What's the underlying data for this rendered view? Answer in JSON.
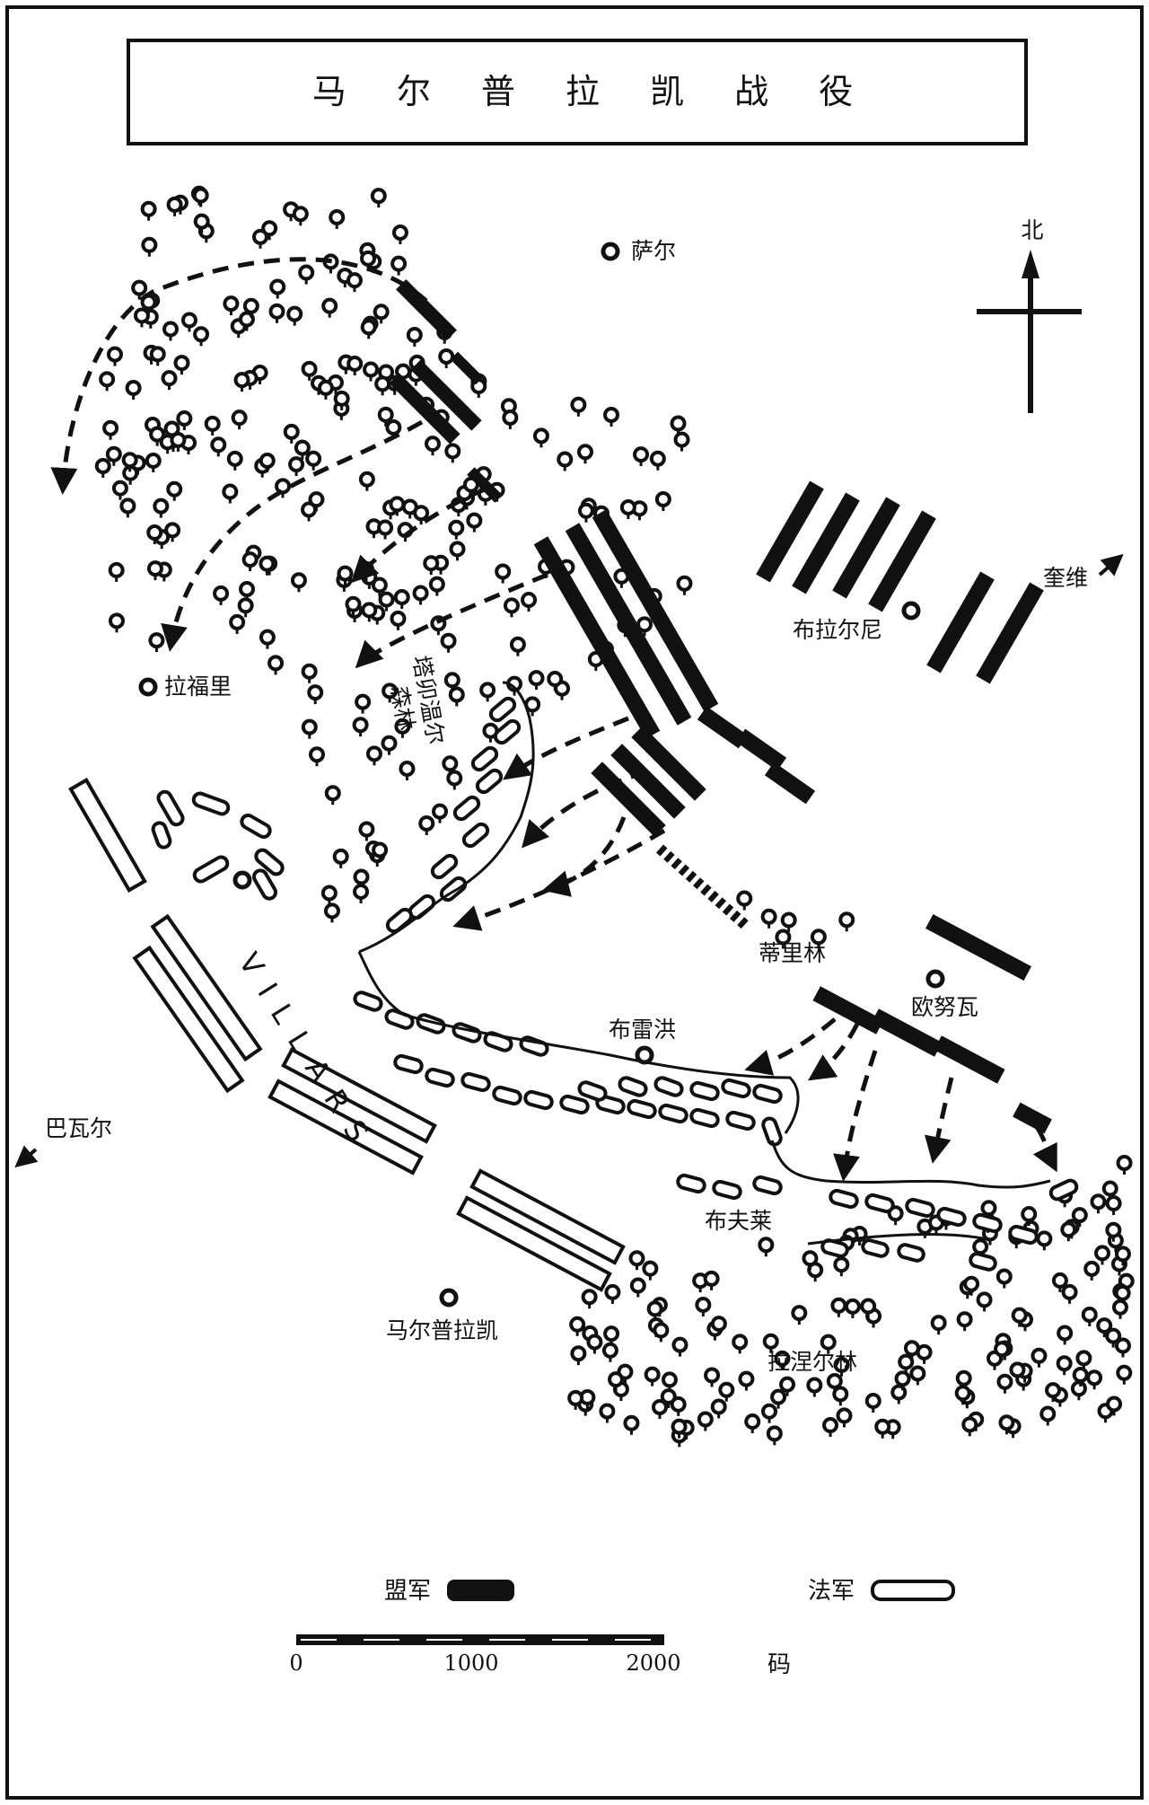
{
  "title": "马 尔 普 拉 凯 战 役",
  "compass": {
    "label": "北"
  },
  "places": {
    "saar": "萨尔",
    "lafuli": "拉福里",
    "forest_north": "塔卯温尔\n森林",
    "bularni": "布拉尔尼",
    "kuiwei": "奎维",
    "dilin": "蒂里林",
    "ounuwa": "欧努瓦",
    "bureihong": "布雷洪",
    "bawaer": "巴瓦尔",
    "bufulai": "布夫莱",
    "malplaquet": "马尔普拉凯",
    "laniner": "拉涅尔林",
    "villars": "VILLARS"
  },
  "legend": {
    "allied": "盟军",
    "french": "法军"
  },
  "scale": {
    "ticks": [
      "0",
      "1000",
      "2000"
    ],
    "unit": "码"
  },
  "icons": {
    "town": "town-circle-icon",
    "tree": "tree-icon",
    "arrow": "advance-arrow-icon"
  },
  "colors": {
    "ink": "#111111",
    "paper": "#ffffff"
  }
}
